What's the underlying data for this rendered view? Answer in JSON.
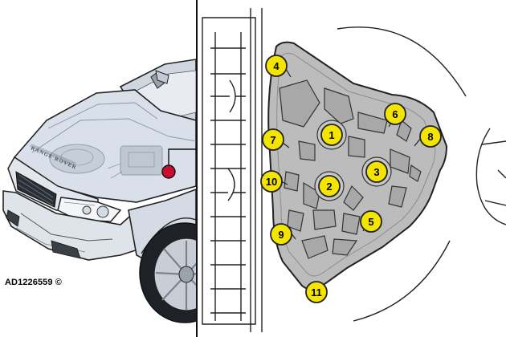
{
  "figure": {
    "reference_code": "AD1226559 ©",
    "badge_text": "RANGE ROVER",
    "colors": {
      "callout_fill": "#f3e500",
      "callout_stroke": "#222222",
      "plate_fill": "#bdbdbd",
      "locator_dot": "#c8102e",
      "car_body": "#d9e0ea"
    }
  },
  "bolts": [
    {
      "id": "4",
      "label": "4"
    },
    {
      "id": "6",
      "label": "6"
    },
    {
      "id": "1",
      "label": "1"
    },
    {
      "id": "8",
      "label": "8"
    },
    {
      "id": "7",
      "label": "7"
    },
    {
      "id": "3",
      "label": "3"
    },
    {
      "id": "10",
      "label": "10"
    },
    {
      "id": "2",
      "label": "2"
    },
    {
      "id": "5",
      "label": "5"
    },
    {
      "id": "9",
      "label": "9"
    },
    {
      "id": "11",
      "label": "11"
    }
  ]
}
